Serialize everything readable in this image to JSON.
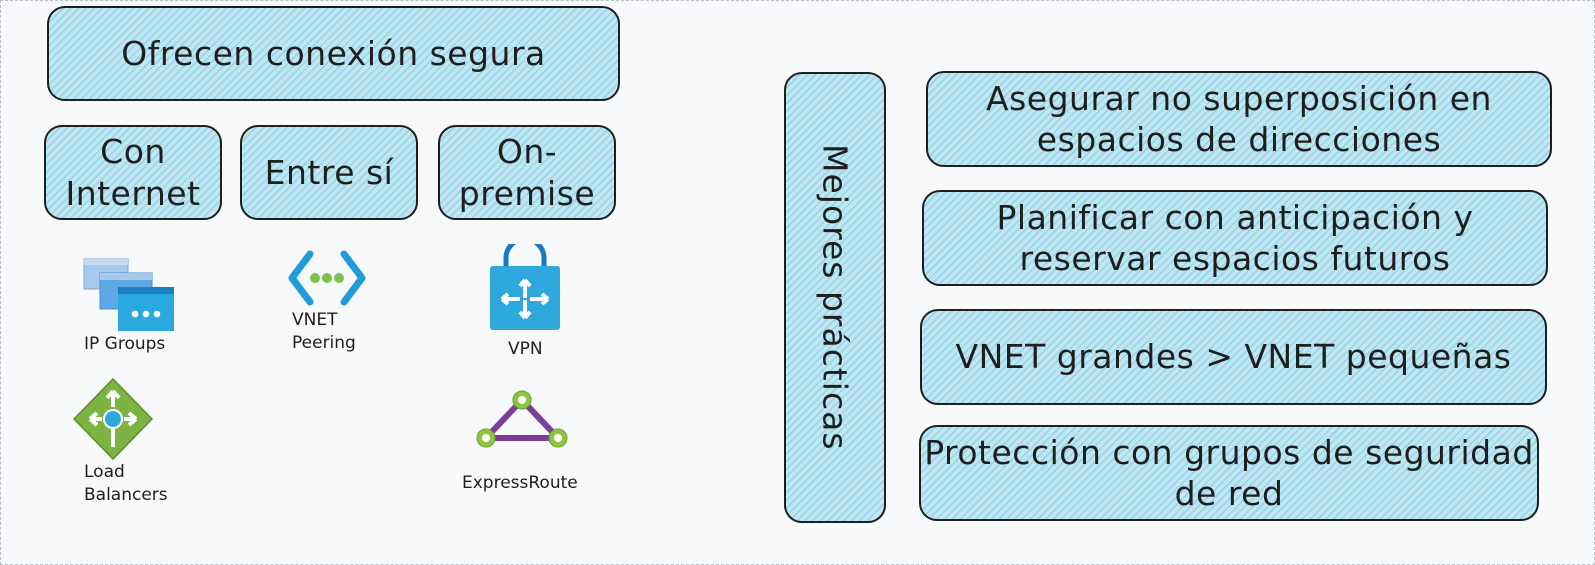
{
  "left": {
    "header": "Ofrecen conexión segura",
    "boxes": [
      {
        "label_line1": "Con",
        "label_line2": "Internet"
      },
      {
        "label_line1": "Entre sí",
        "label_line2": ""
      },
      {
        "label_line1": "On-",
        "label_line2": "premise"
      }
    ],
    "icons": [
      {
        "icon": "ip-groups-icon",
        "label": "IP Groups"
      },
      {
        "icon": "vnet-peering-icon",
        "label_line1": "VNET",
        "label_line2": "Peering"
      },
      {
        "icon": "vpn-icon",
        "label": "VPN"
      },
      {
        "icon": "load-balancer-icon",
        "label_line1": "Load",
        "label_line2": "Balancers"
      },
      {
        "icon": "expressroute-icon",
        "label": "ExpressRoute"
      }
    ]
  },
  "right": {
    "vertical_label": "Mejores prácticas",
    "items": [
      {
        "line1": "Asegurar no superposición en",
        "line2": "espacios de direcciones"
      },
      {
        "line1": "Planificar con anticipación y",
        "line2": "reservar espacios futuros"
      },
      {
        "line1": "VNET grandes > VNET pequeñas",
        "line2": ""
      },
      {
        "line1": "Protección con grupos de seguridad",
        "line2": "de red"
      }
    ]
  },
  "colors": {
    "box_fill": "#bfe7f3",
    "stroke": "#1e1e1e",
    "azure_blue": "#1f9bd7",
    "green": "#7cb342",
    "purple": "#7b3f98"
  }
}
